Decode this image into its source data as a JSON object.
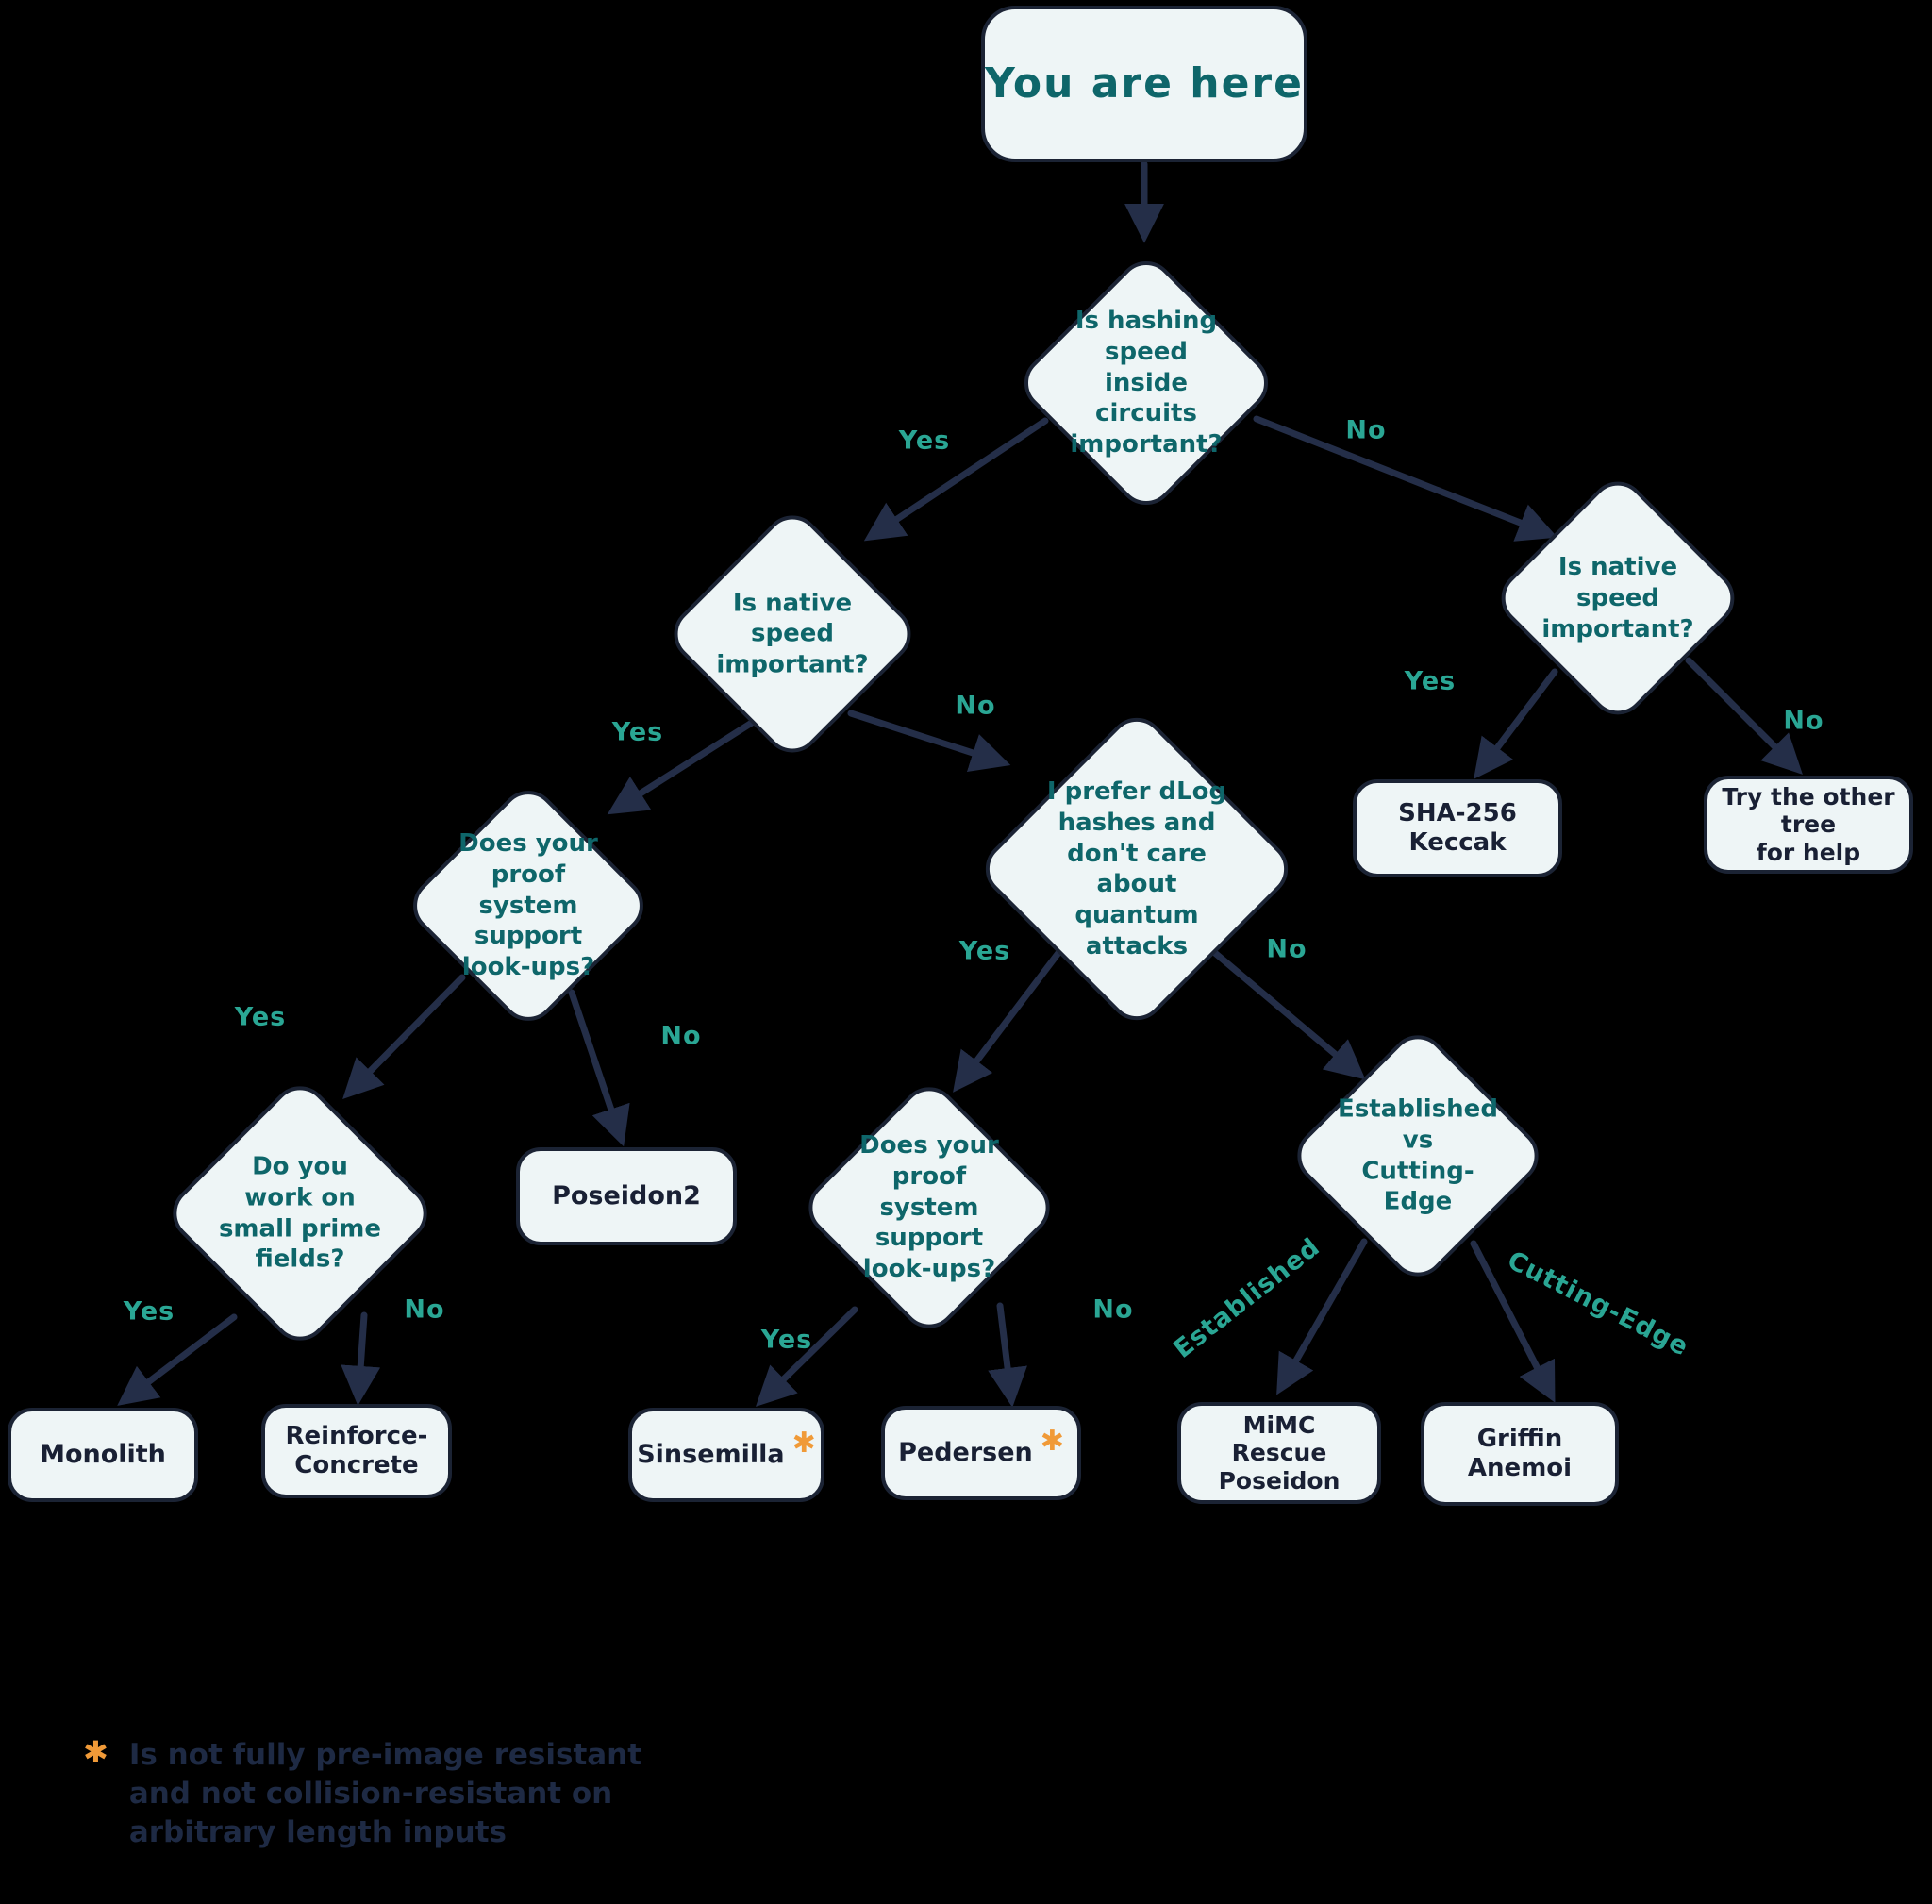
{
  "diagram": {
    "start_label": "You are here",
    "questions": {
      "hashing_speed": "Is hashing\nspeed\ninside\ncircuits\nimportant?",
      "native_speed_left": "Is native\nspeed\nimportant?",
      "native_speed_right": "Is native\nspeed\nimportant?",
      "lookups_left": "Does your\nproof\nsystem\nsupport\nlook-ups?",
      "dlog_quantum": "I prefer dLog\nhashes and\ndon't care\nabout\nquantum\nattacks",
      "small_prime": "Do you\nwork on\nsmall prime\nfields?",
      "lookups_mid": "Does your\nproof\nsystem\nsupport\nlook-ups?",
      "established_vs_cutting": "Established\nvs\nCutting-\nEdge"
    },
    "results": {
      "sha_keccak": "SHA-256\nKeccak",
      "other_tree": "Try the other\ntree\nfor help",
      "poseidon2": "Poseidon2",
      "monolith": "Monolith",
      "reinforced_concrete": "Reinforce-\nConcrete",
      "sinsemilla": "Sinsemilla",
      "pedersen": "Pedersen",
      "mimc_rescue_poseidon": "MiMC\nRescue\nPoseidon",
      "griffin_anemoi": "Griffin\nAnemoi"
    },
    "edge_labels": {
      "hashing_yes": "Yes",
      "hashing_no": "No",
      "native_left_yes": "Yes",
      "native_left_no": "No",
      "native_right_yes": "Yes",
      "native_right_no": "No",
      "lookups_left_yes": "Yes",
      "lookups_left_no": "No",
      "dlog_yes": "Yes",
      "dlog_no": "No",
      "small_prime_yes": "Yes",
      "small_prime_no": "No",
      "lookups_mid_yes": "Yes",
      "lookups_mid_no": "No",
      "established": "Established",
      "cutting_edge": "Cutting-Edge"
    },
    "footnote": {
      "marker": "✱",
      "text": "Is not fully pre-image resistant\nand not collision-resistant on\narbitrary length inputs"
    },
    "colors": {
      "background": "#000000",
      "node_fill": "#eef5f6",
      "node_border": "#1b2334",
      "question_text": "#0e666a",
      "terminal_text": "#192034",
      "edge_label": "#2aa694",
      "arrow": "#242e48",
      "asterisk": "#f09a38",
      "footnote_text": "#1e2a44"
    }
  }
}
